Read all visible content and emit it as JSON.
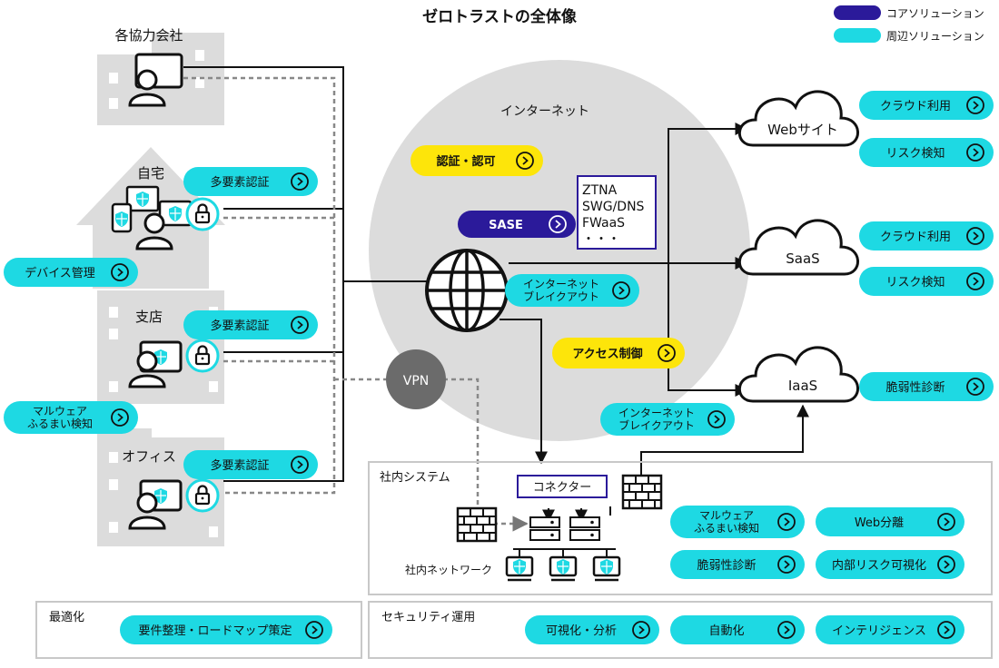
{
  "title": "ゼロトラストの全体像",
  "legend": {
    "core": {
      "label": "コアソリューション",
      "color": "#2b1a9a"
    },
    "peripheral": {
      "label": "周辺ソリューション",
      "color": "#1ed9e3"
    }
  },
  "colors": {
    "core": "#2b1a9a",
    "peripheral": "#1ed9e3",
    "highlight": "#fde50a",
    "building": "#dcdcdc",
    "vpn": "#6b6b6b"
  },
  "internet": {
    "label": "インターネット"
  },
  "sites": {
    "partner": {
      "label": "各協力会社"
    },
    "home": {
      "label": "自宅"
    },
    "branch": {
      "label": "支店"
    },
    "office": {
      "label": "オフィス"
    }
  },
  "pills": {
    "mfa_home": "多要素認証",
    "mfa_branch": "多要素認証",
    "mfa_office": "多要素認証",
    "device_mgmt": "デバイス管理",
    "malware_left_1": "マルウェア",
    "malware_left_2": "ふるまい検知",
    "auth": "認証・認可",
    "sase": "SASE",
    "breakout1_1": "インターネット",
    "breakout1_2": "ブレイクアウト",
    "access_control": "アクセス制御",
    "breakout2_1": "インターネット",
    "breakout2_2": "ブレイクアウト",
    "cloud_use_web": "クラウド利用",
    "risk_web": "リスク検知",
    "cloud_use_saas": "クラウド利用",
    "risk_saas": "リスク検知",
    "vuln_iaas": "脆弱性診断",
    "malware_in_1": "マルウェア",
    "malware_in_2": "ふるまい検知",
    "web_isolation": "Web分離",
    "vuln_in": "脆弱性診断",
    "internal_risk": "内部リスク可視化",
    "requirements": "要件整理・ロードマップ策定",
    "visualize": "可視化・分析",
    "automation": "自動化",
    "intelligence": "インテリジェンス"
  },
  "sase_box": {
    "lines": [
      "ZTNA",
      "SWG/DNS",
      "FWaaS",
      "・・・"
    ]
  },
  "clouds": {
    "web": "Webサイト",
    "saas": "SaaS",
    "iaas": "IaaS"
  },
  "vpn": "VPN",
  "internal": {
    "title": "社内システム",
    "connector": "コネクター",
    "network": "社内ネットワーク"
  },
  "optimization": {
    "title": "最適化"
  },
  "secops": {
    "title": "セキュリティ運用"
  }
}
